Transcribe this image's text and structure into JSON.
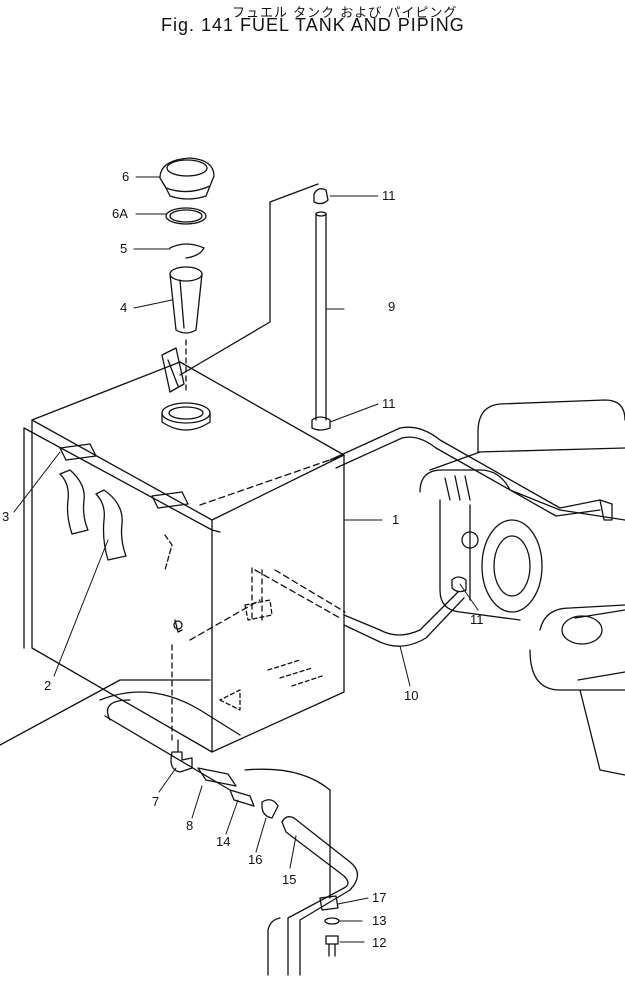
{
  "title": {
    "japanese": "フュエル タンク および パイピング",
    "english": "Fig. 141  FUEL TANK AND PIPING"
  },
  "callouts": [
    {
      "id": "p1",
      "text": "1"
    },
    {
      "id": "p2",
      "text": "2"
    },
    {
      "id": "p3",
      "text": "3"
    },
    {
      "id": "p4",
      "text": "4"
    },
    {
      "id": "p5",
      "text": "5"
    },
    {
      "id": "p6",
      "text": "6"
    },
    {
      "id": "p6a",
      "text": "6A"
    },
    {
      "id": "p7",
      "text": "7"
    },
    {
      "id": "p8",
      "text": "8"
    },
    {
      "id": "p9",
      "text": "9"
    },
    {
      "id": "p10",
      "text": "10"
    },
    {
      "id": "p11a",
      "text": "11"
    },
    {
      "id": "p11b",
      "text": "11"
    },
    {
      "id": "p11c",
      "text": "11"
    },
    {
      "id": "p12",
      "text": "12"
    },
    {
      "id": "p13",
      "text": "13"
    },
    {
      "id": "p14",
      "text": "14"
    },
    {
      "id": "p15",
      "text": "15"
    },
    {
      "id": "p16",
      "text": "16"
    },
    {
      "id": "p17",
      "text": "17"
    }
  ]
}
